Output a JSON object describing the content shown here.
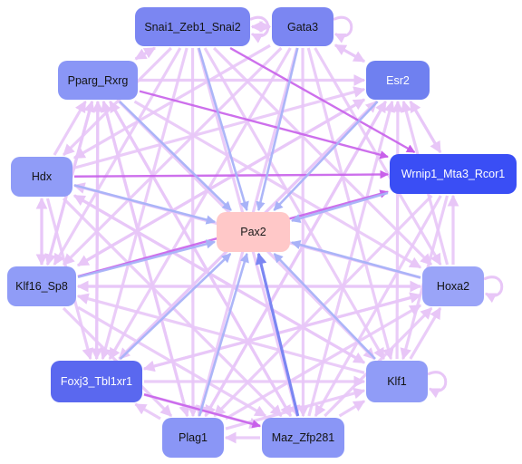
{
  "graph": {
    "nodes": [
      {
        "id": "pax2",
        "label": "Pax2",
        "fill": "#ffc8c8",
        "text_color": "#1a1a1a"
      },
      {
        "id": "snai1",
        "label": "Snai1_Zeb1_Snai2",
        "fill": "#7b86f2",
        "text_color": "#141414"
      },
      {
        "id": "gata3",
        "label": "Gata3",
        "fill": "#7b86f2",
        "text_color": "#141414"
      },
      {
        "id": "pparg",
        "label": "Pparg_Rxrg",
        "fill": "#8a96f6",
        "text_color": "#141414"
      },
      {
        "id": "esr2",
        "label": "Esr2",
        "fill": "#6f80f0",
        "text_color": "#ffffff"
      },
      {
        "id": "hdx",
        "label": "Hdx",
        "fill": "#909cf7",
        "text_color": "#141414"
      },
      {
        "id": "wrnip1",
        "label": "Wrnip1_Mta3_Rcor1",
        "fill": "#3a4ef5",
        "text_color": "#ffffff"
      },
      {
        "id": "klf16",
        "label": "Klf16_Sp8",
        "fill": "#909cf7",
        "text_color": "#141414"
      },
      {
        "id": "hoxa2",
        "label": "Hoxa2",
        "fill": "#9aa4f8",
        "text_color": "#141414"
      },
      {
        "id": "foxj3",
        "label": "Foxj3_Tbl1xr1",
        "fill": "#5a68ef",
        "text_color": "#ffffff"
      },
      {
        "id": "klf1",
        "label": "Klf1",
        "fill": "#909cf7",
        "text_color": "#141414"
      },
      {
        "id": "plag1",
        "label": "Plag1",
        "fill": "#8a96f6",
        "text_color": "#141414"
      },
      {
        "id": "maz",
        "label": "Maz_Zfp281",
        "fill": "#8a96f6",
        "text_color": "#141414"
      }
    ],
    "colors": {
      "edge_light": "#e8c6f7",
      "edge_to_target": "#a8b2f8",
      "edge_strong": "#c860ea",
      "edge_dark_blue": "#7b86f2"
    },
    "edges_to_target": [
      {
        "from": "snai1",
        "to": "pax2",
        "style": "to_target"
      },
      {
        "from": "gata3",
        "to": "pax2",
        "style": "to_target"
      },
      {
        "from": "pparg",
        "to": "pax2",
        "style": "to_target"
      },
      {
        "from": "esr2",
        "to": "pax2",
        "style": "to_target"
      },
      {
        "from": "hdx",
        "to": "pax2",
        "style": "to_target"
      },
      {
        "from": "wrnip1",
        "to": "pax2",
        "style": "to_target"
      },
      {
        "from": "klf16",
        "to": "pax2",
        "style": "to_target"
      },
      {
        "from": "hoxa2",
        "to": "pax2",
        "style": "to_target"
      },
      {
        "from": "foxj3",
        "to": "pax2",
        "style": "to_target"
      },
      {
        "from": "klf1",
        "to": "pax2",
        "style": "to_target"
      },
      {
        "from": "plag1",
        "to": "pax2",
        "style": "to_target"
      },
      {
        "from": "maz",
        "to": "pax2",
        "style": "dark_blue"
      }
    ],
    "edges_between": [
      {
        "from": "snai1",
        "to": "gata3",
        "style": "light"
      },
      {
        "from": "gata3",
        "to": "snai1",
        "style": "light"
      },
      {
        "from": "snai1",
        "to": "pparg",
        "style": "light"
      },
      {
        "from": "pparg",
        "to": "snai1",
        "style": "light"
      },
      {
        "from": "snai1",
        "to": "hdx",
        "style": "light"
      },
      {
        "from": "snai1",
        "to": "klf16",
        "style": "light"
      },
      {
        "from": "snai1",
        "to": "foxj3",
        "style": "light"
      },
      {
        "from": "snai1",
        "to": "plag1",
        "style": "light"
      },
      {
        "from": "snai1",
        "to": "maz",
        "style": "light"
      },
      {
        "from": "snai1",
        "to": "klf1",
        "style": "light"
      },
      {
        "from": "snai1",
        "to": "hoxa2",
        "style": "light"
      },
      {
        "from": "gata3",
        "to": "esr2",
        "style": "light"
      },
      {
        "from": "esr2",
        "to": "gata3",
        "style": "light"
      },
      {
        "from": "gata3",
        "to": "hdx",
        "style": "light"
      },
      {
        "from": "gata3",
        "to": "klf16",
        "style": "light"
      },
      {
        "from": "gata3",
        "to": "foxj3",
        "style": "light"
      },
      {
        "from": "gata3",
        "to": "plag1",
        "style": "light"
      },
      {
        "from": "gata3",
        "to": "maz",
        "style": "light"
      },
      {
        "from": "gata3",
        "to": "klf1",
        "style": "light"
      },
      {
        "from": "gata3",
        "to": "hoxa2",
        "style": "light"
      },
      {
        "from": "pparg",
        "to": "esr2",
        "style": "light"
      },
      {
        "from": "pparg",
        "to": "klf16",
        "style": "light"
      },
      {
        "from": "pparg",
        "to": "foxj3",
        "style": "light"
      },
      {
        "from": "pparg",
        "to": "plag1",
        "style": "light"
      },
      {
        "from": "pparg",
        "to": "maz",
        "style": "light"
      },
      {
        "from": "pparg",
        "to": "klf1",
        "style": "light"
      },
      {
        "from": "pparg",
        "to": "hoxa2",
        "style": "light"
      },
      {
        "from": "hdx",
        "to": "pparg",
        "style": "light"
      },
      {
        "from": "hdx",
        "to": "esr2",
        "style": "light"
      },
      {
        "from": "hdx",
        "to": "foxj3",
        "style": "light"
      },
      {
        "from": "hdx",
        "to": "klf1",
        "style": "light"
      },
      {
        "from": "hdx",
        "to": "maz",
        "style": "light"
      },
      {
        "from": "klf16",
        "to": "hdx",
        "style": "light"
      },
      {
        "from": "hdx",
        "to": "klf16",
        "style": "light"
      },
      {
        "from": "klf16",
        "to": "pparg",
        "style": "light"
      },
      {
        "from": "klf16",
        "to": "esr2",
        "style": "light"
      },
      {
        "from": "klf16",
        "to": "hoxa2",
        "style": "light"
      },
      {
        "from": "klf16",
        "to": "plag1",
        "style": "light"
      },
      {
        "from": "klf16",
        "to": "maz",
        "style": "light"
      },
      {
        "from": "foxj3",
        "to": "esr2",
        "style": "light"
      },
      {
        "from": "foxj3",
        "to": "hoxa2",
        "style": "light"
      },
      {
        "from": "foxj3",
        "to": "klf1",
        "style": "light"
      },
      {
        "from": "foxj3",
        "to": "maz",
        "style": "light"
      },
      {
        "from": "foxj3",
        "to": "pparg",
        "style": "light"
      },
      {
        "from": "plag1",
        "to": "esr2",
        "style": "light"
      },
      {
        "from": "plag1",
        "to": "hoxa2",
        "style": "light"
      },
      {
        "from": "plag1",
        "to": "klf1",
        "style": "light"
      },
      {
        "from": "plag1",
        "to": "foxj3",
        "style": "light"
      },
      {
        "from": "plag1",
        "to": "pparg",
        "style": "light"
      },
      {
        "from": "maz",
        "to": "plag1",
        "style": "light"
      },
      {
        "from": "maz",
        "to": "klf1",
        "style": "light"
      },
      {
        "from": "maz",
        "to": "esr2",
        "style": "light"
      },
      {
        "from": "maz",
        "to": "hoxa2",
        "style": "light"
      },
      {
        "from": "maz",
        "to": "pparg",
        "style": "light"
      },
      {
        "from": "klf1",
        "to": "hoxa2",
        "style": "light"
      },
      {
        "from": "klf1",
        "to": "esr2",
        "style": "light"
      },
      {
        "from": "klf1",
        "to": "hdx",
        "style": "light"
      },
      {
        "from": "klf1",
        "to": "klf16",
        "style": "light"
      },
      {
        "from": "hoxa2",
        "to": "esr2",
        "style": "light"
      },
      {
        "from": "hoxa2",
        "to": "wrnip1",
        "style": "light"
      },
      {
        "from": "hoxa2",
        "to": "hdx",
        "style": "light"
      },
      {
        "from": "hoxa2",
        "to": "klf16",
        "style": "light"
      },
      {
        "from": "hoxa2",
        "to": "foxj3",
        "style": "light"
      },
      {
        "from": "esr2",
        "to": "wrnip1",
        "style": "light"
      },
      {
        "from": "esr2",
        "to": "klf16",
        "style": "light"
      },
      {
        "from": "esr2",
        "to": "plag1",
        "style": "light"
      },
      {
        "from": "esr2",
        "to": "foxj3",
        "style": "light"
      },
      {
        "from": "wrnip1",
        "to": "esr2",
        "style": "light"
      },
      {
        "from": "wrnip1",
        "to": "klf1",
        "style": "light"
      },
      {
        "from": "wrnip1",
        "to": "maz",
        "style": "light"
      },
      {
        "from": "wrnip1",
        "to": "plag1",
        "style": "light"
      },
      {
        "from": "snai1",
        "to": "wrnip1",
        "style": "strong"
      },
      {
        "from": "pparg",
        "to": "wrnip1",
        "style": "strong"
      },
      {
        "from": "hdx",
        "to": "wrnip1",
        "style": "strong"
      },
      {
        "from": "klf16",
        "to": "wrnip1",
        "style": "strong"
      },
      {
        "from": "foxj3",
        "to": "maz",
        "style": "strong"
      }
    ],
    "self_loops": [
      {
        "node": "snai1",
        "side": "right"
      },
      {
        "node": "gata3",
        "side": "right"
      },
      {
        "node": "hoxa2",
        "side": "right"
      },
      {
        "node": "klf1",
        "side": "right"
      }
    ]
  }
}
